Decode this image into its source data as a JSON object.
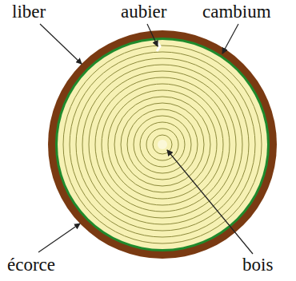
{
  "diagram": {
    "labels": [
      "liber",
      "aubier",
      "cambium",
      "écorce",
      "bois"
    ]
  }
}
